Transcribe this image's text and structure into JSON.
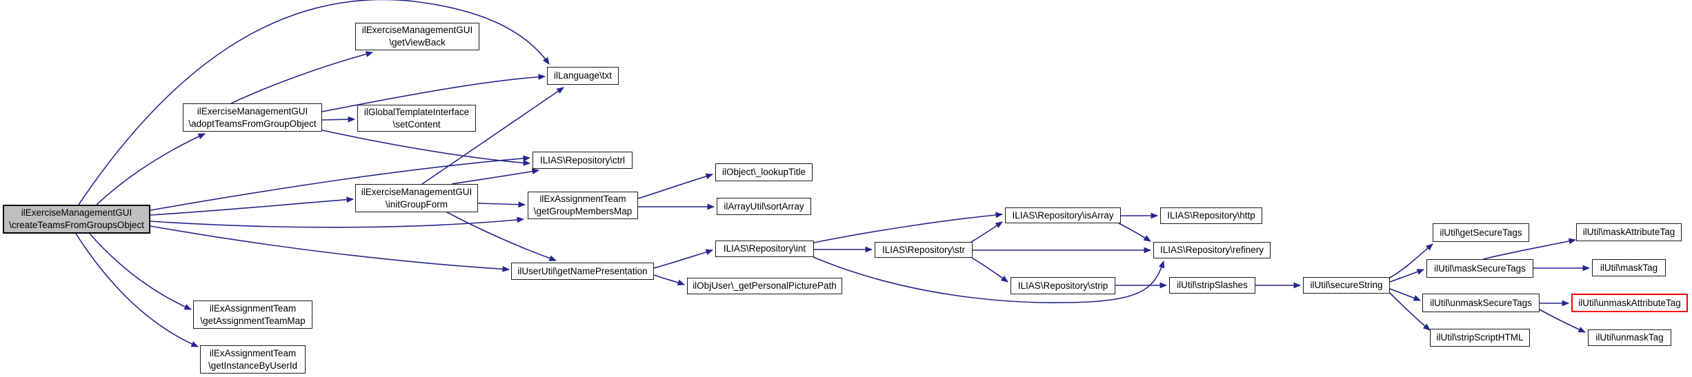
{
  "diagram": {
    "type": "doxygen-call-graph",
    "root_function": "ilExerciseManagementGUI\\createTeamsFromGroupsObject",
    "colors": {
      "edge": "#24248c",
      "node_fill": "#ffffff",
      "node_border": "#1a1a1a",
      "root_fill": "#bfbfbf",
      "highlight_border": "#f40000"
    }
  },
  "nodes": [
    {
      "id": "createTeamsFromGroupsObject",
      "label": "ilExerciseManagementGUI\n\\createTeamsFromGroupsObject"
    },
    {
      "id": "getViewBack",
      "label": "ilExerciseManagementGUI\n\\getViewBack"
    },
    {
      "id": "txt",
      "label": "ilLanguage\\txt"
    },
    {
      "id": "adoptTeamsFromGroupObject",
      "label": "ilExerciseManagementGUI\n\\adoptTeamsFromGroupObject"
    },
    {
      "id": "setContent",
      "label": "ilGlobalTemplateInterface\n\\setContent"
    },
    {
      "id": "ctrl",
      "label": "ILIAS\\Repository\\ctrl"
    },
    {
      "id": "initGroupForm",
      "label": "ilExerciseManagementGUI\n\\initGroupForm"
    },
    {
      "id": "getGroupMembersMap",
      "label": "ilExAssignmentTeam\n\\getGroupMembersMap"
    },
    {
      "id": "lookupTitle",
      "label": "ilObject\\_lookupTitle"
    },
    {
      "id": "sortArray",
      "label": "ilArrayUtil\\sortArray"
    },
    {
      "id": "getNamePresentation",
      "label": "ilUserUtil\\getNamePresentation"
    },
    {
      "id": "getPersonalPicturePath",
      "label": "ilObjUser\\_getPersonalPicturePath"
    },
    {
      "id": "int",
      "label": "ILIAS\\Repository\\int"
    },
    {
      "id": "str",
      "label": "ILIAS\\Repository\\str"
    },
    {
      "id": "isArray",
      "label": "ILIAS\\Repository\\isArray"
    },
    {
      "id": "http",
      "label": "ILIAS\\Repository\\http"
    },
    {
      "id": "refinery",
      "label": "ILIAS\\Repository\\refinery"
    },
    {
      "id": "strip",
      "label": "ILIAS\\Repository\\strip"
    },
    {
      "id": "stripSlashes",
      "label": "ilUtil\\stripSlashes"
    },
    {
      "id": "secureString",
      "label": "ilUtil\\secureString"
    },
    {
      "id": "getSecureTags",
      "label": "ilUtil\\getSecureTags"
    },
    {
      "id": "maskSecureTags",
      "label": "ilUtil\\maskSecureTags"
    },
    {
      "id": "unmaskSecureTags",
      "label": "ilUtil\\unmaskSecureTags"
    },
    {
      "id": "stripScriptHTML",
      "label": "ilUtil\\stripScriptHTML"
    },
    {
      "id": "maskAttributeTag",
      "label": "ilUtil\\maskAttributeTag"
    },
    {
      "id": "maskTag",
      "label": "ilUtil\\maskTag"
    },
    {
      "id": "unmaskAttributeTag",
      "label": "ilUtil\\unmaskAttributeTag"
    },
    {
      "id": "unmaskTag",
      "label": "ilUtil\\unmaskTag"
    },
    {
      "id": "getAssignmentTeamMap",
      "label": "ilExAssignmentTeam\n\\getAssignmentTeamMap"
    },
    {
      "id": "getInstanceByUserId",
      "label": "ilExAssignmentTeam\n\\getInstanceByUserId"
    }
  ],
  "edges": [
    {
      "from": "createTeamsFromGroupsObject",
      "to": "txt"
    },
    {
      "from": "createTeamsFromGroupsObject",
      "to": "adoptTeamsFromGroupObject"
    },
    {
      "from": "createTeamsFromGroupsObject",
      "to": "ctrl"
    },
    {
      "from": "createTeamsFromGroupsObject",
      "to": "initGroupForm"
    },
    {
      "from": "createTeamsFromGroupsObject",
      "to": "getGroupMembersMap"
    },
    {
      "from": "createTeamsFromGroupsObject",
      "to": "getNamePresentation"
    },
    {
      "from": "createTeamsFromGroupsObject",
      "to": "getAssignmentTeamMap"
    },
    {
      "from": "createTeamsFromGroupsObject",
      "to": "getInstanceByUserId"
    },
    {
      "from": "adoptTeamsFromGroupObject",
      "to": "getViewBack"
    },
    {
      "from": "adoptTeamsFromGroupObject",
      "to": "txt"
    },
    {
      "from": "adoptTeamsFromGroupObject",
      "to": "setContent"
    },
    {
      "from": "adoptTeamsFromGroupObject",
      "to": "ctrl"
    },
    {
      "from": "initGroupForm",
      "to": "txt"
    },
    {
      "from": "initGroupForm",
      "to": "ctrl"
    },
    {
      "from": "initGroupForm",
      "to": "getGroupMembersMap"
    },
    {
      "from": "initGroupForm",
      "to": "getNamePresentation"
    },
    {
      "from": "getGroupMembersMap",
      "to": "lookupTitle"
    },
    {
      "from": "getGroupMembersMap",
      "to": "sortArray"
    },
    {
      "from": "getNamePresentation",
      "to": "int"
    },
    {
      "from": "getNamePresentation",
      "to": "getPersonalPicturePath"
    },
    {
      "from": "int",
      "to": "str"
    },
    {
      "from": "int",
      "to": "isArray"
    },
    {
      "from": "int",
      "to": "refinery"
    },
    {
      "from": "str",
      "to": "isArray"
    },
    {
      "from": "str",
      "to": "refinery"
    },
    {
      "from": "str",
      "to": "strip"
    },
    {
      "from": "isArray",
      "to": "http"
    },
    {
      "from": "isArray",
      "to": "refinery"
    },
    {
      "from": "strip",
      "to": "stripSlashes"
    },
    {
      "from": "stripSlashes",
      "to": "secureString"
    },
    {
      "from": "secureString",
      "to": "getSecureTags"
    },
    {
      "from": "secureString",
      "to": "maskSecureTags"
    },
    {
      "from": "secureString",
      "to": "unmaskSecureTags"
    },
    {
      "from": "secureString",
      "to": "stripScriptHTML"
    },
    {
      "from": "maskSecureTags",
      "to": "maskAttributeTag"
    },
    {
      "from": "maskSecureTags",
      "to": "maskTag"
    },
    {
      "from": "unmaskSecureTags",
      "to": "unmaskAttributeTag"
    },
    {
      "from": "unmaskSecureTags",
      "to": "unmaskTag"
    }
  ]
}
